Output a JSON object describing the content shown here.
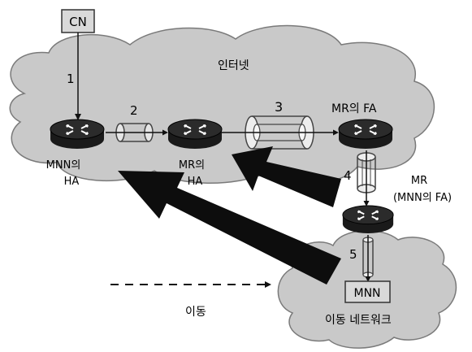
{
  "labels": {
    "cn": "CN",
    "internet": "인터넷",
    "mr_fa": "MR의 FA",
    "mnn_ha_line1": "MNN의",
    "mnn_ha_line2": "HA",
    "mr_ha_line1": "MR의",
    "mr_ha_line2": "HA",
    "mr_line1": "MR",
    "mr_line2": "(MNN의 FA)",
    "mnn": "MNN",
    "mobile_network": "이동 네트워크",
    "movement": "이동"
  },
  "steps": {
    "s1": "1",
    "s2": "2",
    "s3": "3",
    "s4": "4",
    "s5": "5"
  },
  "colors": {
    "cloud_fill": "#c9c9c9",
    "cloud_stroke": "#7a7a7a",
    "router_fill": "#1a1a1a",
    "arrow_fill": "#0d0d0d",
    "box_fill": "#d9d9d9"
  },
  "icons": {
    "router": "router-icon",
    "tunnel": "tunnel-pipe-icon",
    "movement_arrow": "big-arrow-icon"
  }
}
